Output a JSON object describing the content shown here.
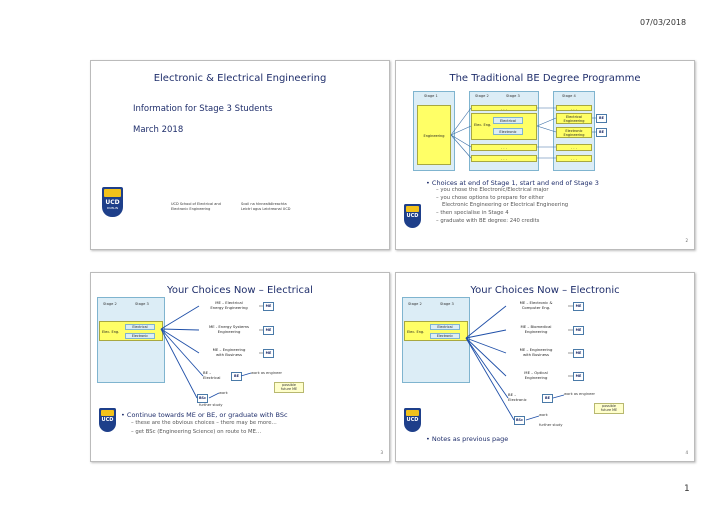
{
  "header": {
    "date": "07/03/2018"
  },
  "footer": {
    "page_number": "1"
  },
  "slide1": {
    "title": "Electronic & Electrical Engineering",
    "subtitle": "Information for Stage 3 Students",
    "date": "March 2018",
    "logo_text": "UCD",
    "logo_sub": "DUBLIN",
    "school_en_1": "UCD School of Electrical and",
    "school_en_2": "Electronic Engineering",
    "school_ga_1": "Scoil na hInnealtóireachta",
    "school_ga_2": "Leictrí agus Leictreonaí UCD"
  },
  "slide2": {
    "title": "The Traditional BE Degree Programme",
    "stages": [
      "Stage 1",
      "Stage 2",
      "Stage 3",
      "Stage 4"
    ],
    "engineering": "Engineering",
    "elec_eng": "Elec. Eng.",
    "electrical": "Electrical",
    "electronic": "Electronic",
    "electrical_eng": "Electrical Engineering",
    "electronic_eng": "Electronic Engineering",
    "dots": ". . .",
    "be": "BE",
    "bullet": "Choices at end of Stage 1, start and end of Stage 3",
    "subs": [
      "you chose the Electronic/Electrical major",
      "you chose options to prepare for either",
      "Electronic Engineering or Electrical Engineering",
      "then specialise in Stage 4",
      "graduate with BE degree: 240 credits"
    ],
    "slide_num": "2"
  },
  "slide3": {
    "title": "Your Choices Now – Electrical",
    "stage2": "Stage 2",
    "stage3": "Stage 3",
    "elec_eng": "Elec. Eng.",
    "electrical": "Electrical",
    "electronic": "Electronic",
    "opt1": "ME – Electrical\nEnergy Engineering",
    "opt2": "ME - Energy Systems\nEngineering",
    "opt3": "ME – Engineering\nwith Business",
    "opt4": "BE –\nElectrical",
    "me": "ME",
    "be": "BE",
    "bsc": "BSc",
    "work_engineer": "work as engineer",
    "possible_me": "possible\nfuture ME",
    "work": "work",
    "further_study": "further study",
    "bullet": "Continue towards ME or BE, or graduate with BSc",
    "subs": [
      "these are the obvious choices – there may be more…",
      "get BSc (Engineering Science) on route to ME…"
    ],
    "slide_num": "3"
  },
  "slide4": {
    "title": "Your Choices Now – Electronic",
    "stage2": "Stage 2",
    "stage3": "Stage 3",
    "elec_eng": "Elec. Eng.",
    "electrical": "Electrical",
    "electronic": "Electronic",
    "opt1": "ME – Electronic &\nComputer Eng.",
    "opt2": "ME – Biomedical\nEngineering",
    "opt3": "ME – Engineering\nwith Business",
    "opt4": "ME – Optical\nEngineering",
    "opt5": "BE –\nElectronic",
    "me": "ME",
    "be": "BE",
    "bsc": "BSc",
    "work_engineer": "work as engineer",
    "possible_me": "possible\nfuture ME",
    "work": "work",
    "further_study": "further study",
    "bullet": "Notes as previous page",
    "slide_num": "4"
  }
}
